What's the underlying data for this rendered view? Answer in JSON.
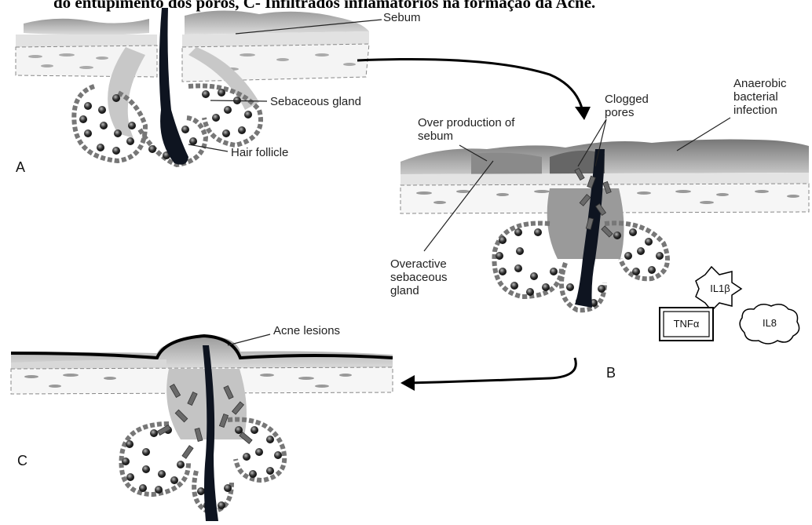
{
  "caption": "do entupimento dos poros, C- Infiltrados inflamatórios na formação da Acne.",
  "labels": {
    "sebum": "Sebum",
    "sebaceous_gland": "Sebaceous gland",
    "hair_follicle": "Hair follicle",
    "clogged_pores": "Clogged\npores",
    "anaerobic_infection": "Anaerobic\nbacterial\ninfection",
    "over_production": "Over production of\nsebum",
    "overactive_gland": "Overactive\nsebaceous\ngland",
    "acne_lesions": "Acne lesions"
  },
  "panels": {
    "a": "A",
    "b": "B",
    "c": "C"
  },
  "cytokines": {
    "il1b": "IL1β",
    "tnfa": "TNFα",
    "il8": "IL8"
  }
}
